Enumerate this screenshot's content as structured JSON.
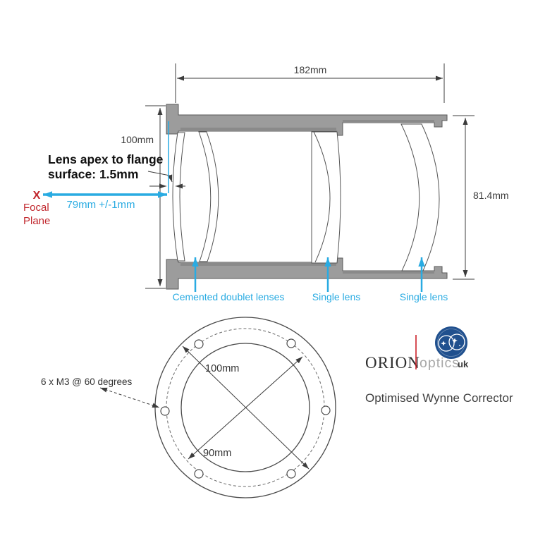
{
  "title": "Optimised Wynne Corrector technical drawing",
  "colors": {
    "annotation_cyan": "#29ABE2",
    "annotation_red": "#C1272D",
    "tube_gray": "#9C9C9C",
    "tube_liner_gray": "#8A8A8A",
    "outline_dark": "#3C3C3C",
    "logo_blue": "#20508E",
    "logo_red": "#CC2229",
    "logo_gray": "#A8A8A8"
  },
  "side_view": {
    "length_label": "182mm",
    "flange_od_label": "100mm",
    "apex_note_line1": "Lens apex to flange",
    "apex_note_line2": "surface: 1.5mm",
    "focal_x": "X",
    "focal_line1": "Focal",
    "focal_line2": "Plane",
    "backfocus_label": "79mm +/-1mm",
    "rear_od_label": "81.4mm",
    "lens_labels": [
      "Cemented doublet lenses",
      "Single lens",
      "Single lens"
    ]
  },
  "front_view": {
    "bolt_note": "6 x M3 @ 60 degrees",
    "outer_dia_label": "100mm",
    "bolt_circle_label": "90mm"
  },
  "logo": {
    "brand": "ORION",
    "brand_sub": "optics",
    "brand_suffix": "uk",
    "product": "Optimised Wynne Corrector"
  }
}
